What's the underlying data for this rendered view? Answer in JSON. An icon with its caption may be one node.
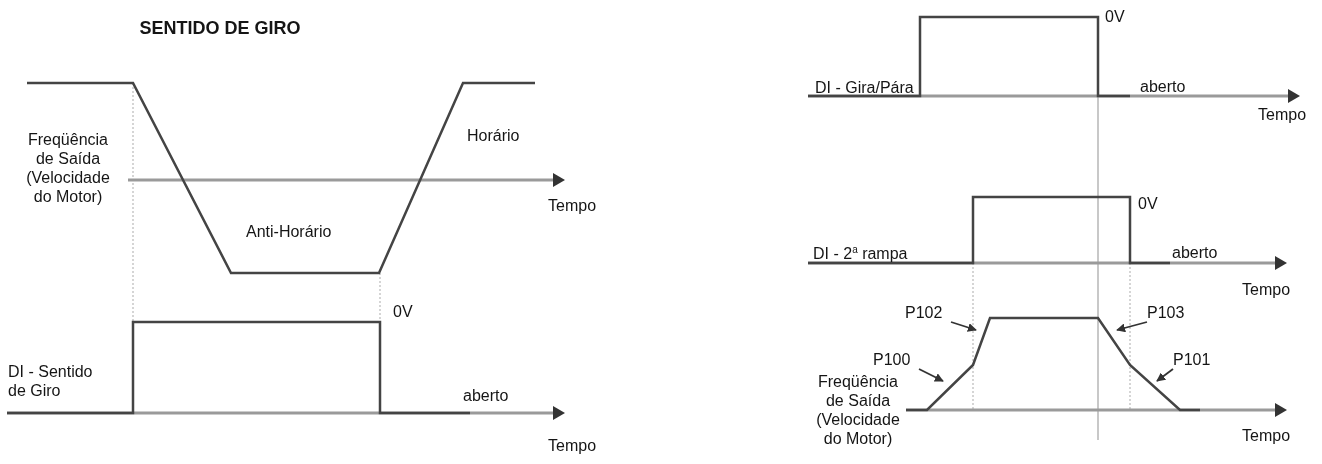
{
  "diagram": {
    "title": "SENTIDO DE GIRO",
    "nodes": [
      {
        "text": [
          "P102"
        ]
      },
      {
        "text": [
          "P103"
        ]
      },
      {
        "text": [
          "P100"
        ]
      },
      {
        "text": [
          "P101"
        ]
      }
    ],
    "edges": [
      {
        "from": 0,
        "to": null,
        "arrow": "to"
      },
      {
        "from": 1,
        "to": null,
        "arrow": "to"
      },
      {
        "from": 2,
        "to": null,
        "arrow": "to"
      },
      {
        "from": 3,
        "to": null,
        "arrow": "to"
      }
    ],
    "labels": [
      "0V",
      "DI - Gira/Pára",
      "aberto",
      "Tempo",
      "Freqüência de Saída (Velocidade do Motor)",
      "Horário",
      "Tempo",
      "Anti-Horário",
      "0V",
      "DI - 2$^{a}$ rampa",
      "aberto",
      "Tempo",
      "0V",
      "DI - Sentido de Giro",
      "aberto",
      "Freqüência de Saída (Velocidade do Motor)",
      "Tempo",
      "Tempo"
    ]
  }
}
